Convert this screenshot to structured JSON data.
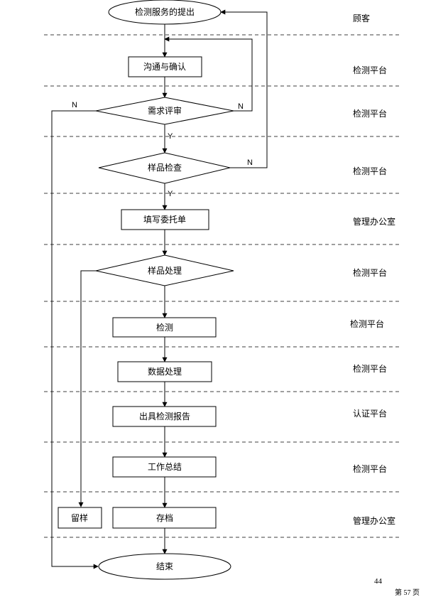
{
  "nodes": {
    "start": "检测服务的提出",
    "communicate": "沟通与确认",
    "review": "需求评审",
    "sample_check": "样品检查",
    "fill_form": "填写委托单",
    "sample_process": "样品处理",
    "test": "检测",
    "data_process": "数据处理",
    "report": "出具检测报告",
    "summary": "工作总结",
    "retain": "留样",
    "archive": "存档",
    "end": "结束"
  },
  "lanes": [
    "顾客",
    "检测平台",
    "检测平台",
    "检测平台",
    "管理办公室",
    "检测平台",
    "检测平台",
    "检测平台",
    "认证平台",
    "检测平台",
    "管理办公室"
  ],
  "edge_labels": {
    "review_no_left": "N",
    "review_no_right": "N",
    "review_yes": "Y",
    "check_no": "N",
    "check_yes": "Y"
  },
  "footer": {
    "page_number": "44",
    "page_of": "第 57 页"
  }
}
